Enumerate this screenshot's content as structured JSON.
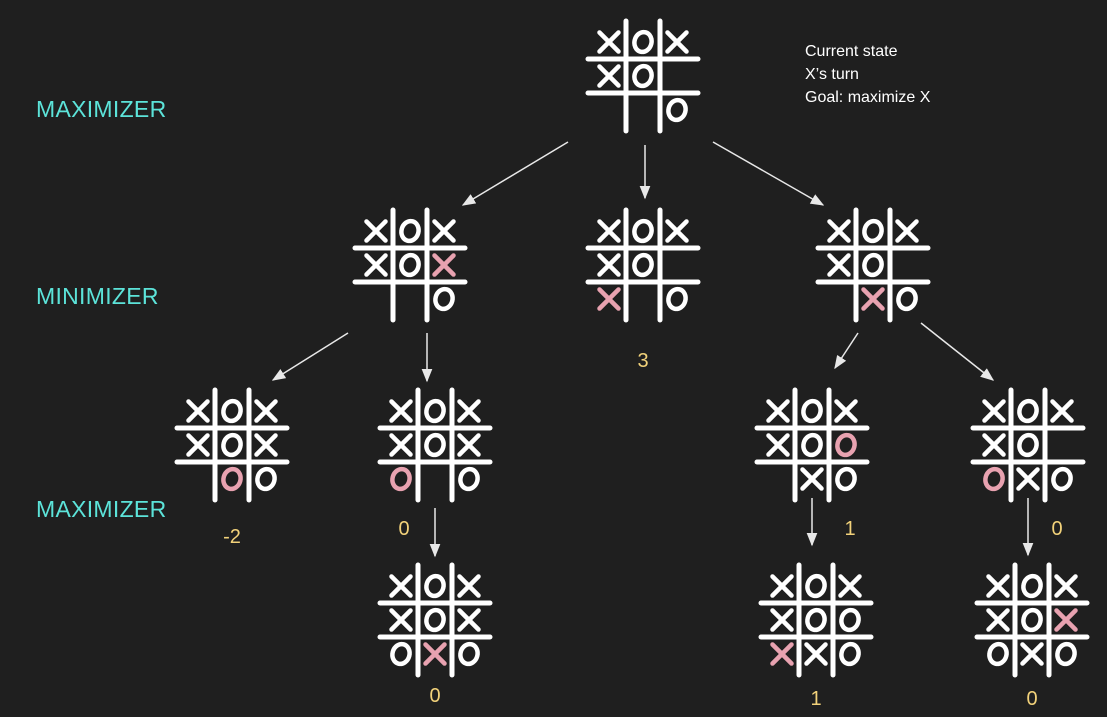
{
  "levels": [
    {
      "label": "MAXIMIZER"
    },
    {
      "label": "MINIMIZER"
    },
    {
      "label": "MAXIMIZER"
    }
  ],
  "note": {
    "line1": "Current state",
    "line2": "X’s turn",
    "line3": "Goal: maximize X"
  },
  "colors": {
    "background": "#1f1f1f",
    "level_label": "#5ce3d9",
    "grid": "#ffffff",
    "mark": "#ffffff",
    "new_move": "#e8a2b0",
    "score": "#f2d27a",
    "arrow": "#e8e8e8"
  },
  "boards": [
    {
      "id": "root",
      "cells": [
        "X",
        "O",
        "X",
        "X",
        "O",
        "",
        "",
        "",
        "O"
      ],
      "new": -1,
      "score": ""
    },
    {
      "id": "a",
      "cells": [
        "X",
        "O",
        "X",
        "X",
        "O",
        "X",
        "",
        "",
        "O"
      ],
      "new": 5,
      "score": ""
    },
    {
      "id": "b",
      "cells": [
        "X",
        "O",
        "X",
        "X",
        "O",
        "",
        "X",
        "",
        "O"
      ],
      "new": 6,
      "score": "3"
    },
    {
      "id": "c",
      "cells": [
        "X",
        "O",
        "X",
        "X",
        "O",
        "",
        "",
        "X",
        "O"
      ],
      "new": 7,
      "score": ""
    },
    {
      "id": "a1",
      "cells": [
        "X",
        "O",
        "X",
        "X",
        "O",
        "X",
        "",
        "O",
        "O"
      ],
      "new": 7,
      "score": "-2"
    },
    {
      "id": "a2",
      "cells": [
        "X",
        "O",
        "X",
        "X",
        "O",
        "X",
        "O",
        "",
        "O"
      ],
      "new": 6,
      "score": "0"
    },
    {
      "id": "a2x",
      "cells": [
        "X",
        "O",
        "X",
        "X",
        "O",
        "X",
        "O",
        "X",
        "O"
      ],
      "new": 7,
      "score": "0"
    },
    {
      "id": "c1",
      "cells": [
        "X",
        "O",
        "X",
        "X",
        "O",
        "O",
        "",
        "X",
        "O"
      ],
      "new": 5,
      "score": "1"
    },
    {
      "id": "c1x",
      "cells": [
        "X",
        "O",
        "X",
        "X",
        "O",
        "O",
        "X",
        "X",
        "O"
      ],
      "new": 6,
      "score": "1"
    },
    {
      "id": "c2",
      "cells": [
        "X",
        "O",
        "X",
        "X",
        "O",
        "",
        "O",
        "X",
        "O"
      ],
      "new": 6,
      "score": "0"
    },
    {
      "id": "c2x",
      "cells": [
        "X",
        "O",
        "X",
        "X",
        "O",
        "X",
        "O",
        "X",
        "O"
      ],
      "new": 5,
      "score": "0"
    }
  ]
}
